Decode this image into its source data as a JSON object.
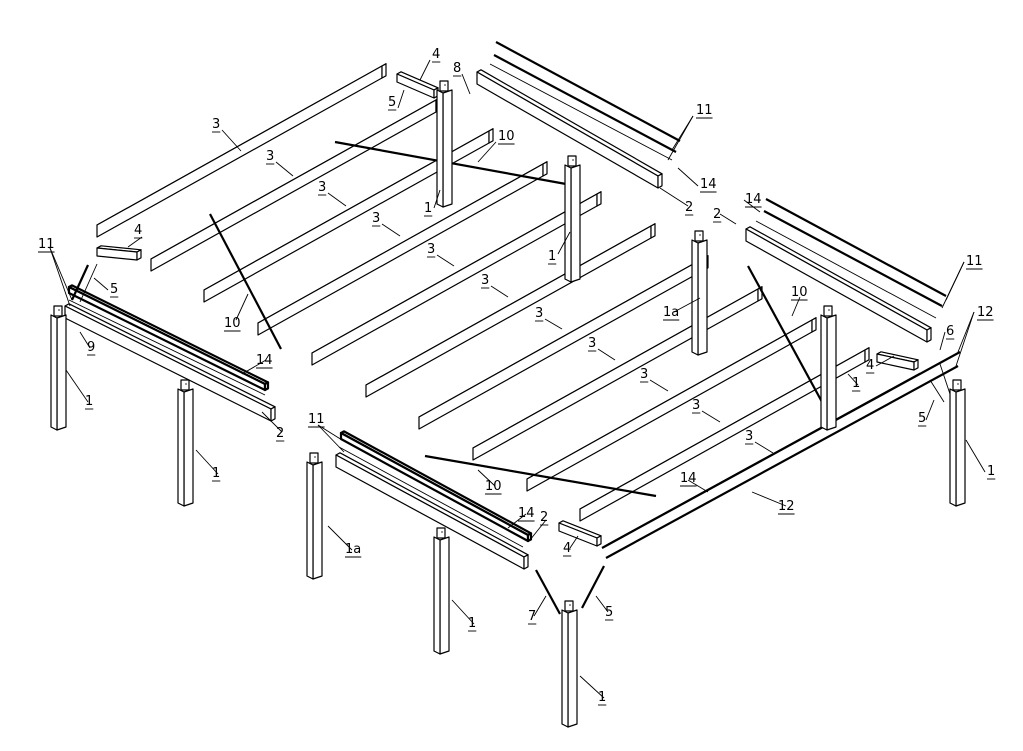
{
  "callouts": {
    "c1": "1",
    "c1a": "1a",
    "c2": "2",
    "c3": "3",
    "c4": "4",
    "c5": "5",
    "c6": "6",
    "c7": "7",
    "c8": "8",
    "c9": "9",
    "c10": "10",
    "c11": "11",
    "c12": "12",
    "c14": "14"
  },
  "colors": {
    "line": "#000000",
    "background": "#ffffff"
  }
}
